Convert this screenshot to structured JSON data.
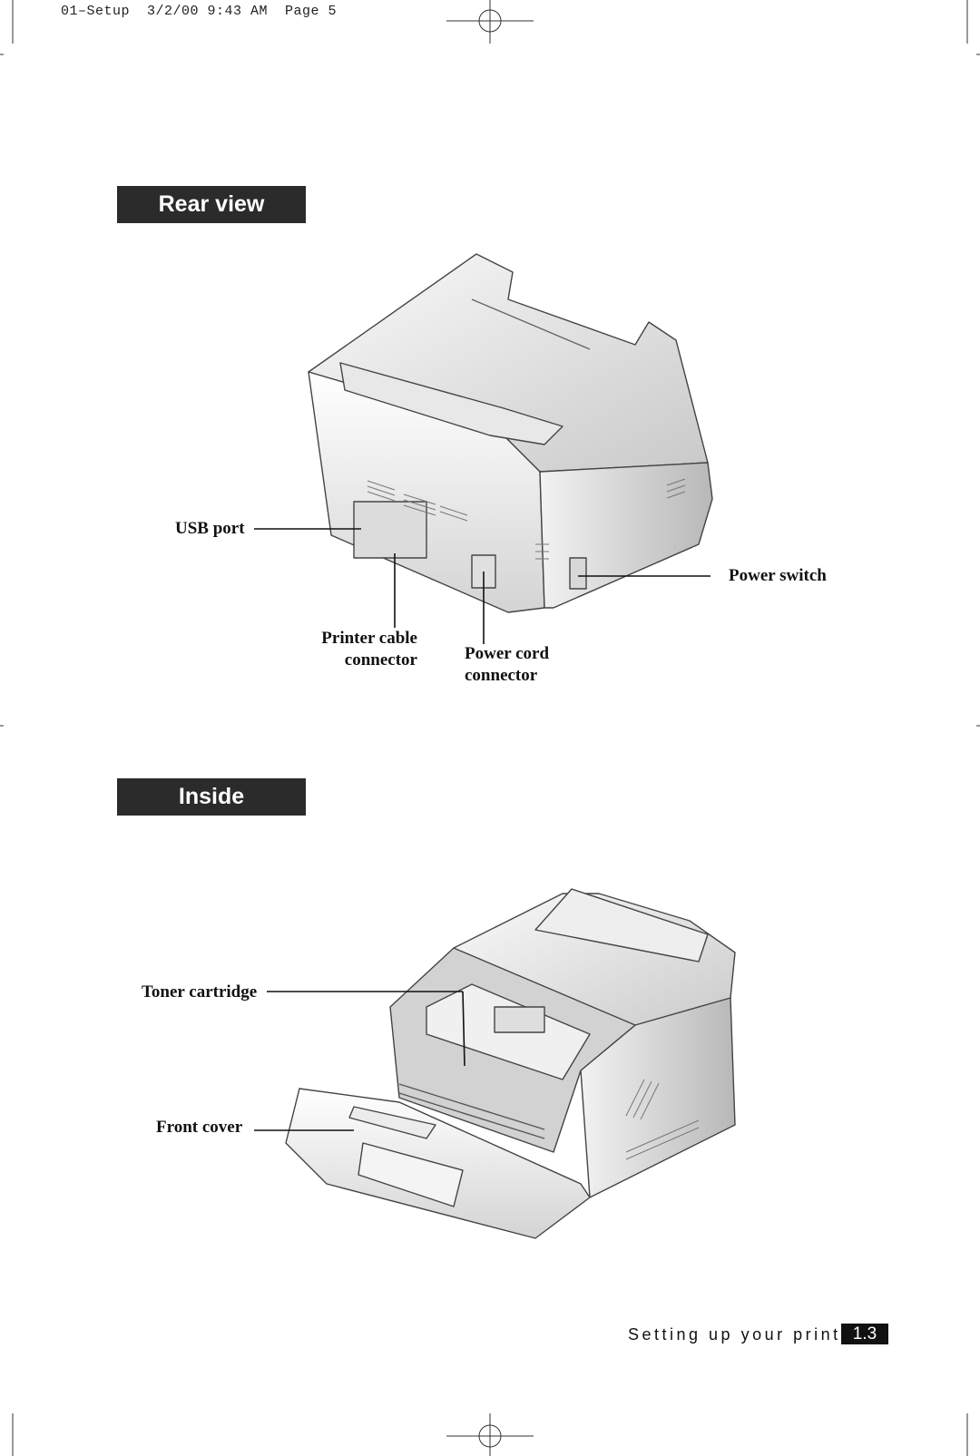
{
  "slug": "01–Setup  3/2/00 9:43 AM  Page 5",
  "sections": {
    "rear": {
      "title": "Rear view",
      "labels": {
        "usb_port": "USB port",
        "printer_cable_1": "Printer cable",
        "printer_cable_2": "connector",
        "power_cord_1": "Power cord",
        "power_cord_2": "connector",
        "power_switch": "Power switch"
      }
    },
    "inside": {
      "title": "Inside",
      "labels": {
        "toner_cartridge": "Toner cartridge",
        "front_cover": "Front cover"
      }
    }
  },
  "footer": {
    "chapter_text": "Setting up your printer",
    "page_number": "1.3"
  }
}
